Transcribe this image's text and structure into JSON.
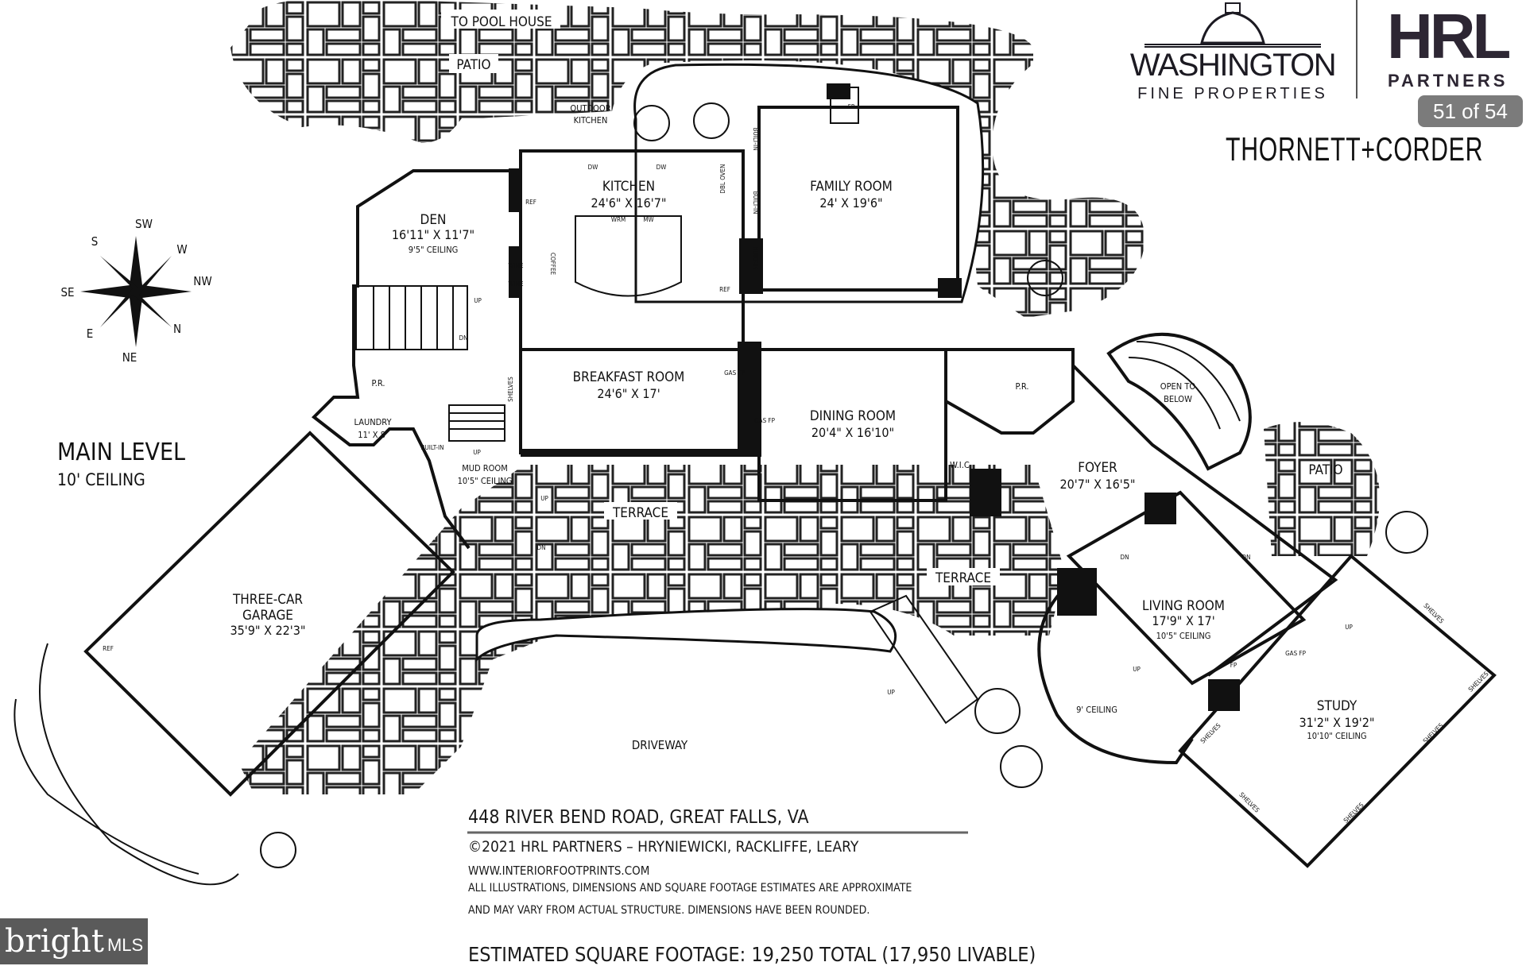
{
  "gallery": {
    "counter": "51 of 54"
  },
  "branding": {
    "washington_line1": "WASHINGTON",
    "washington_line2": "FINE PROPERTIES",
    "hrl": "HRL",
    "hrl_sub": "PARTNERS",
    "thornett": "THORNETT+CORDER",
    "mls_bright": "bright",
    "mls_suffix": "MLS"
  },
  "level": {
    "title": "MAIN LEVEL",
    "ceiling": "10' CEILING"
  },
  "compass": [
    "S",
    "SW",
    "W",
    "NW",
    "N",
    "NE",
    "E",
    "SE"
  ],
  "rooms": {
    "pool_house": "TO POOL HOUSE",
    "patio_top": "PATIO",
    "outdoor_kitchen": [
      "OUTDOOR",
      "KITCHEN"
    ],
    "kitchen": {
      "name": "KITCHEN",
      "dim": "24'6\" X 16'7\""
    },
    "family": {
      "name": "FAMILY ROOM",
      "dim": "24' X 19'6\""
    },
    "den": {
      "name": "DEN",
      "dim": "16'11\" X 11'7\"",
      "ceiling": "9'5\" CEILING"
    },
    "breakfast": {
      "name": "BREAKFAST ROOM",
      "dim": "24'6\" X 17'"
    },
    "dining": {
      "name": "DINING ROOM",
      "dim": "20'4\" X 16'10\""
    },
    "foyer": {
      "name": "FOYER",
      "dim": "20'7\" X 16'5\""
    },
    "open_below": [
      "OPEN TO",
      "BELOW"
    ],
    "patio_right": "PATIO",
    "pr_left": "P.R.",
    "pr_right": "P.R.",
    "laundry": {
      "name": "LAUNDRY",
      "dim": "11' X 8'"
    },
    "mud": {
      "name": "MUD ROOM",
      "ceiling": "10'5\" CEILING"
    },
    "wic": "W.I.C.",
    "terrace_left": "TERRACE",
    "terrace_right": "TERRACE",
    "garage": {
      "name": "THREE-CAR",
      "name2": "GARAGE",
      "dim": "35'9\" X 22'3\""
    },
    "living": {
      "name": "LIVING ROOM",
      "dim": "17'9\" X 17'",
      "ceiling": "10'5\" CEILING"
    },
    "bay_ceiling": "9' CEILING",
    "study": {
      "name": "STUDY",
      "dim": "31'2\" X 19'2\"",
      "ceiling": "10'10\" CEILING"
    },
    "driveway": "DRIVEWAY"
  },
  "fixtures": [
    "DW",
    "DW",
    "REF",
    "REF",
    "WRM",
    "MW",
    "WINE",
    "WINE",
    "COFFEE",
    "DBL OVEN",
    "BUILT-IN",
    "BUILT-IN",
    "BUILT-IN",
    "FP",
    "GAS FP",
    "GAS FP",
    "SHELVES",
    "BUILT-IN",
    "UP",
    "DN",
    "UP",
    "UP",
    "DN",
    "DN",
    "DN",
    "UP",
    "FP",
    "GAS FP",
    "REF",
    "SHELVES",
    "SHELVES",
    "SHELVES",
    "SHELVES",
    "SHELVES",
    "SHELVES",
    "UP",
    "UP"
  ],
  "footer": {
    "address": "448 RIVER BEND ROAD, GREAT FALLS, VA",
    "copyright": "©2021 HRL PARTNERS – HRYNIEWICKI, RACKLIFFE, LEARY",
    "website": "WWW.INTERIORFOOTPRINTS.COM",
    "disclaimer1": "ALL ILLUSTRATIONS, DIMENSIONS AND SQUARE FOOTAGE ESTIMATES ARE APPROXIMATE",
    "disclaimer2": "AND MAY VARY FROM ACTUAL STRUCTURE. DIMENSIONS HAVE BEEN ROUNDED.",
    "sqft": "ESTIMATED SQUARE FOOTAGE: 19,250 TOTAL (17,950 LIVABLE)"
  }
}
